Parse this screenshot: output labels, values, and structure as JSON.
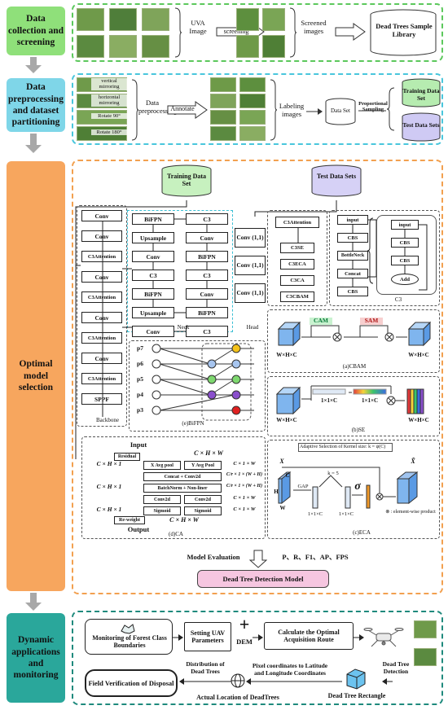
{
  "colors": {
    "stage1": "#8fe07a",
    "stage2": "#7fd6e8",
    "stage3": "#f7a65e",
    "stage4": "#2aa79b",
    "dash1": "#5cc85c",
    "dash2": "#49c6dc",
    "dash3": "#f2a04f",
    "dash4": "#1f8a7d"
  },
  "stages": [
    {
      "label": "Data collection and screening"
    },
    {
      "label": "Data preprocessing and dataset partitioning"
    },
    {
      "label": "Optimal model selection"
    },
    {
      "label": "Dynamic applications and monitoring"
    }
  ],
  "row1": {
    "uva": "UVA Image",
    "screening": "screening",
    "screened": "Screened images",
    "library": "Dead Trees Sample Library"
  },
  "row2": {
    "aug": [
      "vertical mirroring",
      "horizontal mirroring",
      "Rotate 90°",
      "Rotate 180°"
    ],
    "data_pre": "Data preprocessing",
    "annotate": "Annotate",
    "labeling": "Labeling images",
    "data_set": "Data Set",
    "proportional": "Proportional Sampling",
    "train": "Training Data Set",
    "test": "Test Data Sets"
  },
  "model": {
    "train": "Training Data Set",
    "test": "Test Data Sets",
    "backbone": [
      "Conv",
      "Conv",
      "C3Attention",
      "Conv",
      "C3Attention",
      "Conv",
      "C3Attention",
      "Conv",
      "C3Attention",
      "SPPF"
    ],
    "backbone_label": "Backbone",
    "neck_left": [
      "BiFPN",
      "Upsample",
      "Conv",
      "C3",
      "BiFPN",
      "Upsample",
      "Conv"
    ],
    "neck_right": [
      "C3",
      "Conv",
      "BiFPN",
      "C3",
      "Conv",
      "BiFPN",
      "C3"
    ],
    "neck_label": "Neck",
    "head": [
      "Conv (1,1)",
      "Conv (1,1)",
      "Conv (1,1)"
    ],
    "head_label": "Head",
    "c3att": [
      "C3Attention",
      "C3SE",
      "C3ECA",
      "C3CA",
      "C3CBAM"
    ],
    "c3": [
      "input",
      "CBS",
      "BottleNeck",
      "Concat",
      "CBS"
    ],
    "c3_label": "C3",
    "bottleneck": [
      "input",
      "CBS",
      "CBS",
      "Add"
    ],
    "cbam": {
      "cam": "CAM",
      "sam": "SAM",
      "in": "W×H×C",
      "out": "W×H×C",
      "caption": "(a)CBAM"
    },
    "bifpn": {
      "levels": [
        "p7",
        "p6",
        "p5",
        "p4",
        "p3"
      ],
      "caption": "(e)BiFPN"
    },
    "se": {
      "k1": "1×1×C",
      "k2": "1×1×C",
      "in": "W×H×C",
      "out": "W×H×C",
      "caption": "(b)SE"
    },
    "ca": {
      "input": "Input",
      "output": "Output",
      "residual": "Residual",
      "reweight": "Re-weight",
      "xpool": "X Avg pool",
      "ypool": "Y Avg Pool",
      "concat": "Concat + Conv2d",
      "bn": "BatchNorm + Non-liner",
      "conv1": "Conv2d",
      "conv2": "Conv2d",
      "sig1": "Sigmoid",
      "sig2": "Sigmoid",
      "dims_left": [
        "C × H × 1",
        "C × H × 1",
        "C × H × 1"
      ],
      "dims_right": [
        "C × 1 × W",
        "C/r × 1 × (W + H)",
        "C/r × 1 × (W + H)",
        "C × 1 × W",
        "C × 1 × W"
      ],
      "top_dim": "C × H × W",
      "bot_dim": "C × H × W",
      "caption": "(d)CA"
    },
    "eca": {
      "title": "Adaptive Selection of Kernel size:  k = ψ(C)",
      "x_in": "X",
      "x_out": "X̃",
      "gap": "GAP",
      "k": "k = 5",
      "d1": "1×1×C",
      "d2": "1×1×C",
      "sigma": "σ",
      "c": "C",
      "h": "H",
      "w": "W",
      "legend": "⊗ : element-wise product",
      "caption": "(c)ECA"
    },
    "evaluation": "Model Evaluation",
    "metrics": "P、R、F1、AP、FPS",
    "final": "Dead Tree Detection Model"
  },
  "app": {
    "monitor": "Monitoring of Forest Class Boundaries",
    "uav": "Setting UAV Parameters",
    "plus": "+",
    "dem": "DEM",
    "route": "Calculate the Optimal Acquisition Route",
    "detect": "Dead Tree Detection",
    "rect": "Dead Tree Rectangle",
    "pixel": "Pixel coordinates to Latitude and Longitude Coordinates",
    "actual": "Actual Location of DeadTrees",
    "dist": "Distribution of Dead Trees",
    "field": "Field Verification of Disposal"
  }
}
